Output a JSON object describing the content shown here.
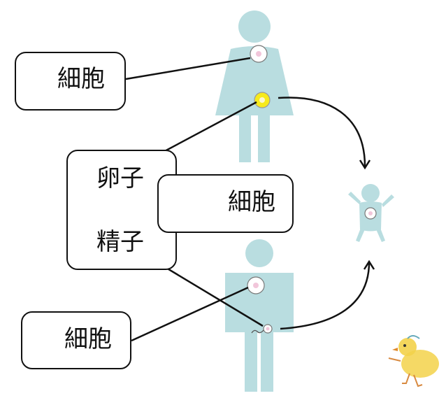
{
  "diagram": {
    "top_cell_label": "細胞",
    "middle_cell_label": "細胞",
    "bottom_cell_label": "細胞",
    "egg_label": "卵子",
    "sperm_label": "精子"
  },
  "colors": {
    "figure": "#b9dde0",
    "egg_yellow": "#f6ea1c",
    "cell_pink": "#f1c6da",
    "line": "#111111",
    "chick": "#f3d24a"
  },
  "icons": [
    "female-figure-icon",
    "male-figure-icon",
    "baby-figure-icon",
    "chick-drawing-icon"
  ]
}
